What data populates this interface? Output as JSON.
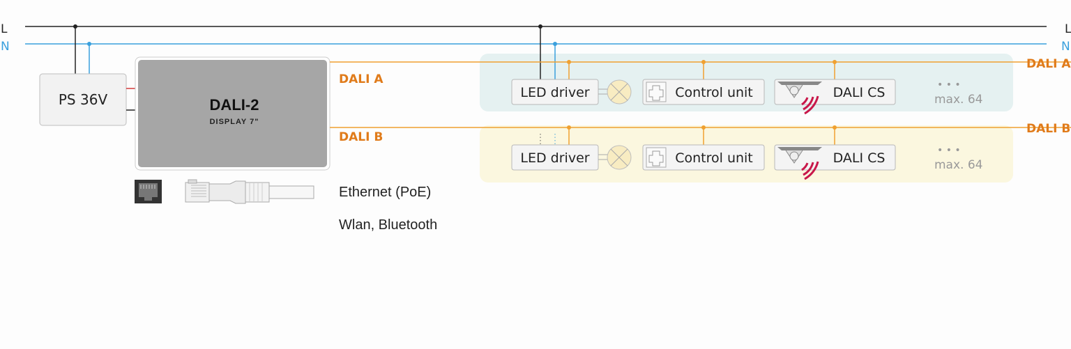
{
  "lines": {
    "l_label": "L",
    "n_label": "N",
    "dali_a_label": "DALI A",
    "dali_b_label": "DALI B"
  },
  "power_supply": {
    "label": "PS 36V"
  },
  "controller": {
    "title": "DALI-2",
    "subtitle": "DISPLAY 7\""
  },
  "connectivity": {
    "ethernet_label": "Ethernet (PoE)",
    "wireless_label": "Wlan, Bluetooth"
  },
  "bus_a": {
    "label": "DALI A",
    "devices": [
      "LED driver",
      "Control unit",
      "DALI CS"
    ],
    "more_label": "max. 64"
  },
  "bus_b": {
    "label": "DALI B",
    "devices": [
      "LED driver",
      "Control unit",
      "DALI CS"
    ],
    "more_label": "max. 64"
  },
  "colors": {
    "live": "#222222",
    "neutral": "#3aa0dd",
    "dali": "#f0a030",
    "dali_text": "#e07b1a",
    "panel_a": "#e5f1f1",
    "panel_b": "#fbf7df",
    "sensor_waves": "#c8184a"
  }
}
